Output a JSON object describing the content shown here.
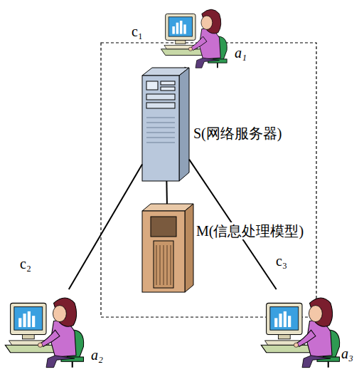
{
  "diagram": {
    "nodes": [
      {
        "text": [
          "a₁"
        ]
      },
      {
        "text": [
          "S(网络服务器)"
        ]
      },
      {
        "text": [
          "M(信息处理模型)"
        ]
      },
      {
        "text": [
          "a₂"
        ]
      },
      {
        "text": [
          "a₃"
        ]
      }
    ],
    "edges": [
      {
        "from": 1,
        "to": 0,
        "arrow": "none"
      },
      {
        "from": 1,
        "to": 2,
        "arrow": "none"
      },
      {
        "from": 1,
        "to": 3,
        "arrow": "none"
      },
      {
        "from": 1,
        "to": 4,
        "arrow": "none"
      }
    ],
    "labels": [
      "c₁",
      "c₂",
      "c₃"
    ]
  }
}
